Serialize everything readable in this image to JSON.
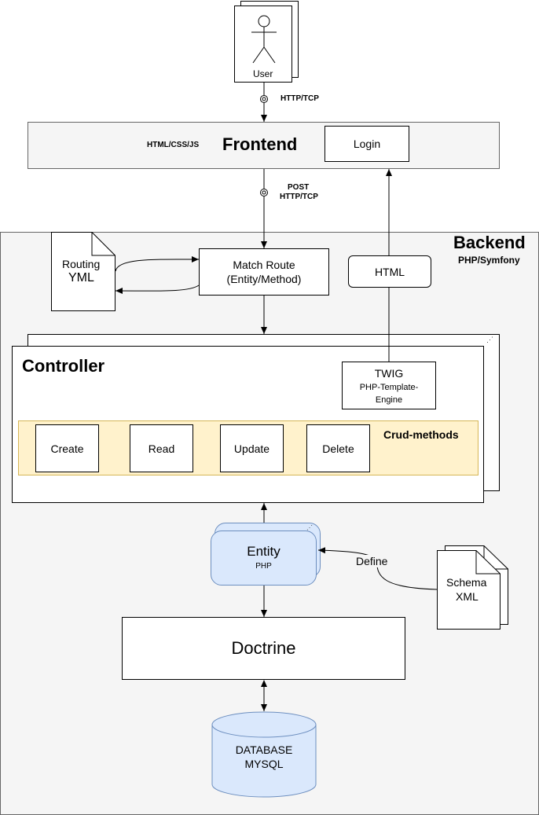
{
  "user": {
    "label": "User"
  },
  "links": {
    "user_to_frontend": "HTTP/TCP",
    "frontend_to_backend_line1": "POST",
    "frontend_to_backend_line2": "HTTP/TCP",
    "entity_define": "Define"
  },
  "frontend": {
    "title": "Frontend",
    "tech": "HTML/CSS/JS",
    "login": "Login"
  },
  "backend": {
    "title": "Backend",
    "subtitle": "PHP/Symfony",
    "routing": {
      "line1": "Routing",
      "line2": "YML"
    },
    "match_route": {
      "line1": "Match Route",
      "line2": "(Entity/Method)"
    },
    "html_box": "HTML",
    "controller": {
      "title": "Controller",
      "twig": {
        "line1": "TWIG",
        "line2": "PHP-Template-",
        "line3": "Engine"
      },
      "crud_label": "Crud-methods",
      "crud": [
        "Create",
        "Read",
        "Update",
        "Delete"
      ]
    },
    "entity": {
      "title": "Entity",
      "subtitle": "PHP"
    },
    "schema": {
      "line1": "Schema",
      "line2": "XML"
    },
    "doctrine": "Doctrine",
    "database": {
      "line1": "DATABASE",
      "line2": "MYSQL"
    }
  },
  "colors": {
    "backend_bg": "#f5f5f5",
    "frontend_bg": "#f5f5f5",
    "crud_bg": "#fff2cc",
    "crud_border": "#d6b656",
    "entity_bg": "#dae8fc",
    "entity_border": "#6c8ebf",
    "database_bg": "#dae8fc"
  }
}
